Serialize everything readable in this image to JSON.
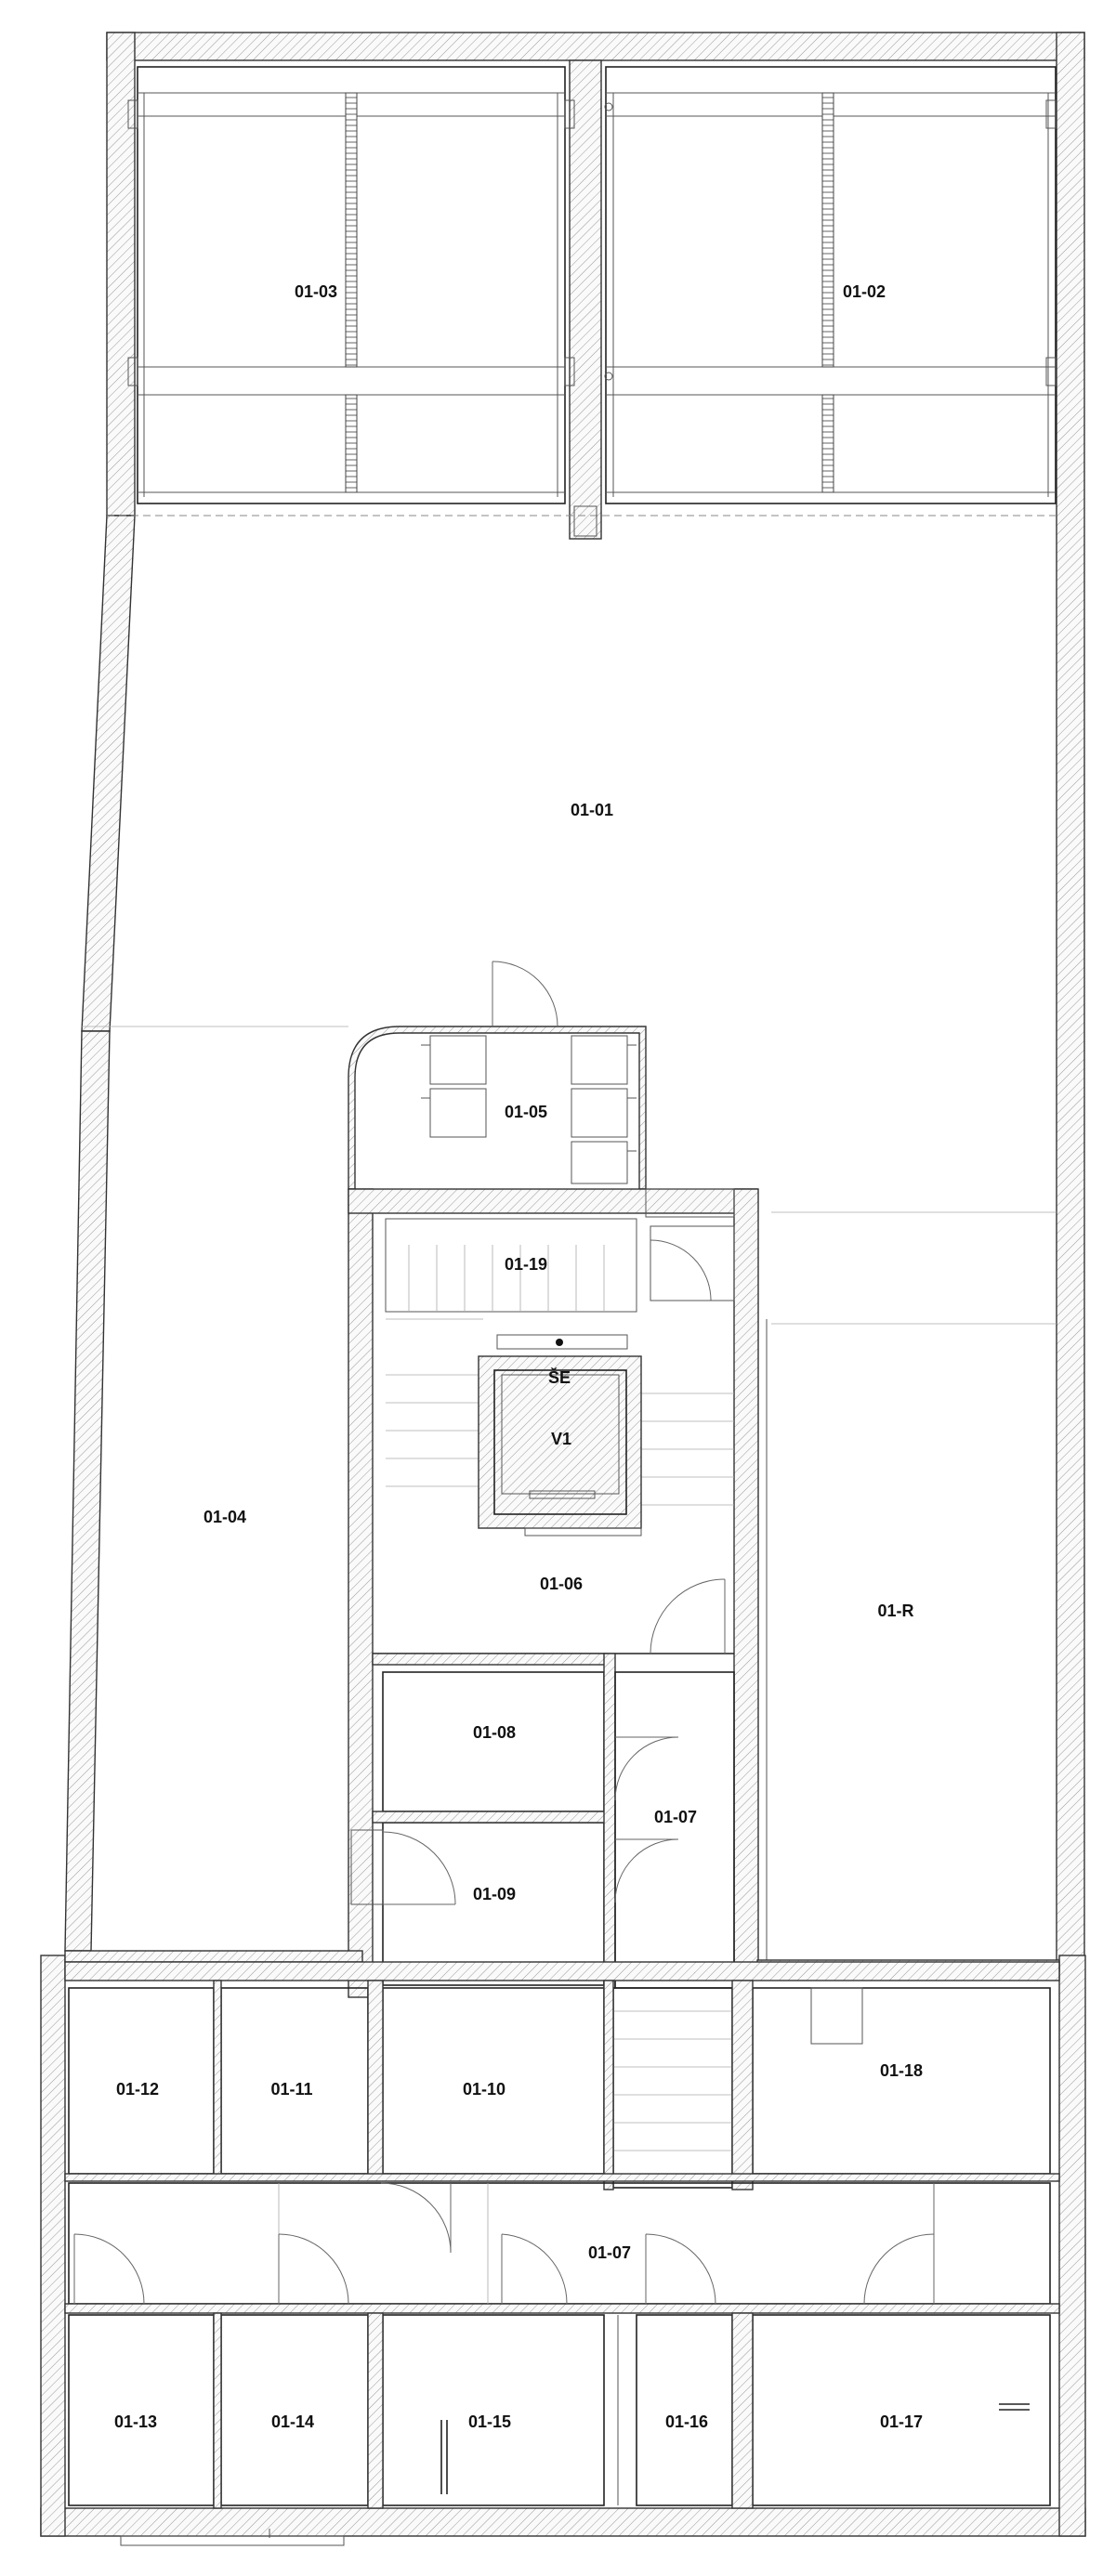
{
  "rooms": [
    {
      "id": "01-01",
      "label": "01-01"
    },
    {
      "id": "01-02",
      "label": "01-02"
    },
    {
      "id": "01-03",
      "label": "01-03"
    },
    {
      "id": "01-04",
      "label": "01-04"
    },
    {
      "id": "01-05",
      "label": "01-05"
    },
    {
      "id": "01-06",
      "label": "01-06"
    },
    {
      "id": "01-07-upper",
      "label": "01-07"
    },
    {
      "id": "01-07-corridor",
      "label": "01-07"
    },
    {
      "id": "01-08",
      "label": "01-08"
    },
    {
      "id": "01-09",
      "label": "01-09"
    },
    {
      "id": "01-10",
      "label": "01-10"
    },
    {
      "id": "01-11",
      "label": "01-11"
    },
    {
      "id": "01-12",
      "label": "01-12"
    },
    {
      "id": "01-13",
      "label": "01-13"
    },
    {
      "id": "01-14",
      "label": "01-14"
    },
    {
      "id": "01-15",
      "label": "01-15"
    },
    {
      "id": "01-16",
      "label": "01-16"
    },
    {
      "id": "01-17",
      "label": "01-17"
    },
    {
      "id": "01-18",
      "label": "01-18"
    },
    {
      "id": "01-19",
      "label": "01-19"
    },
    {
      "id": "01-R",
      "label": "01-R"
    }
  ],
  "elements": {
    "elevator": "V1",
    "shaft": "ŠE"
  },
  "colors": {
    "line": "#222222",
    "hatch": "#9a9a9a",
    "background": "#ffffff"
  }
}
